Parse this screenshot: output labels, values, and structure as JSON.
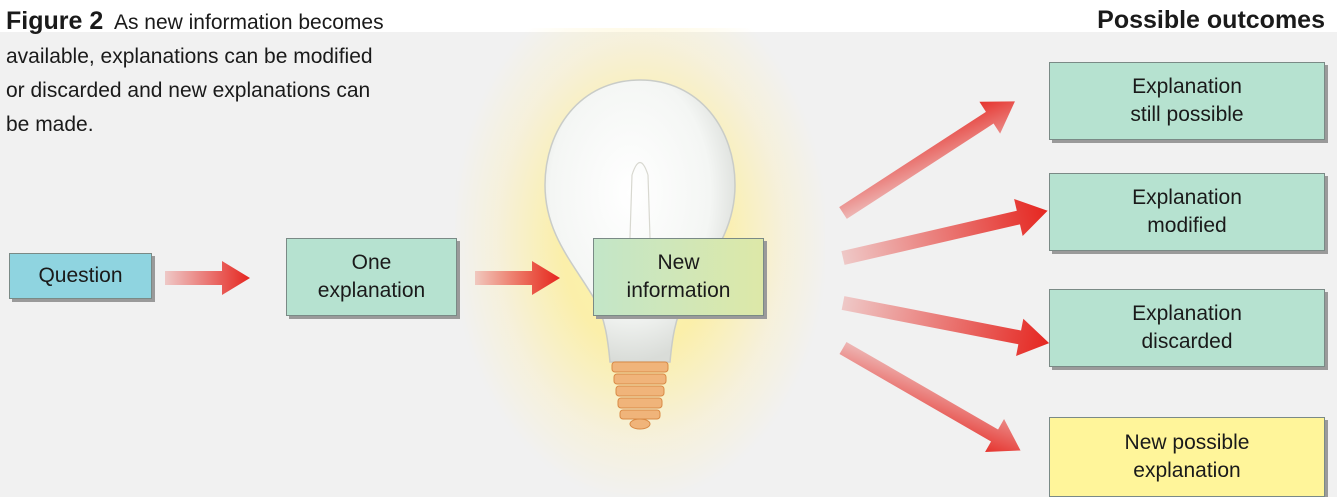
{
  "caption": {
    "figure_label": "Figure 2",
    "text": "As new information becomes available, explanations can be modified or discarded and new explanations can be made."
  },
  "outcomes_title": "Possible outcomes",
  "nodes": {
    "question": "Question",
    "one_explanation": "One explanation",
    "new_information": "New information"
  },
  "outcomes": [
    "Explanation still possible",
    "Explanation modified",
    "Explanation discarded",
    "New possible explanation"
  ],
  "colors": {
    "arrow": "#e52620",
    "question_fill": "#8fd4e0",
    "explanation_fill": "#b6e2d0",
    "new_explanation_fill": "#fff59a"
  }
}
